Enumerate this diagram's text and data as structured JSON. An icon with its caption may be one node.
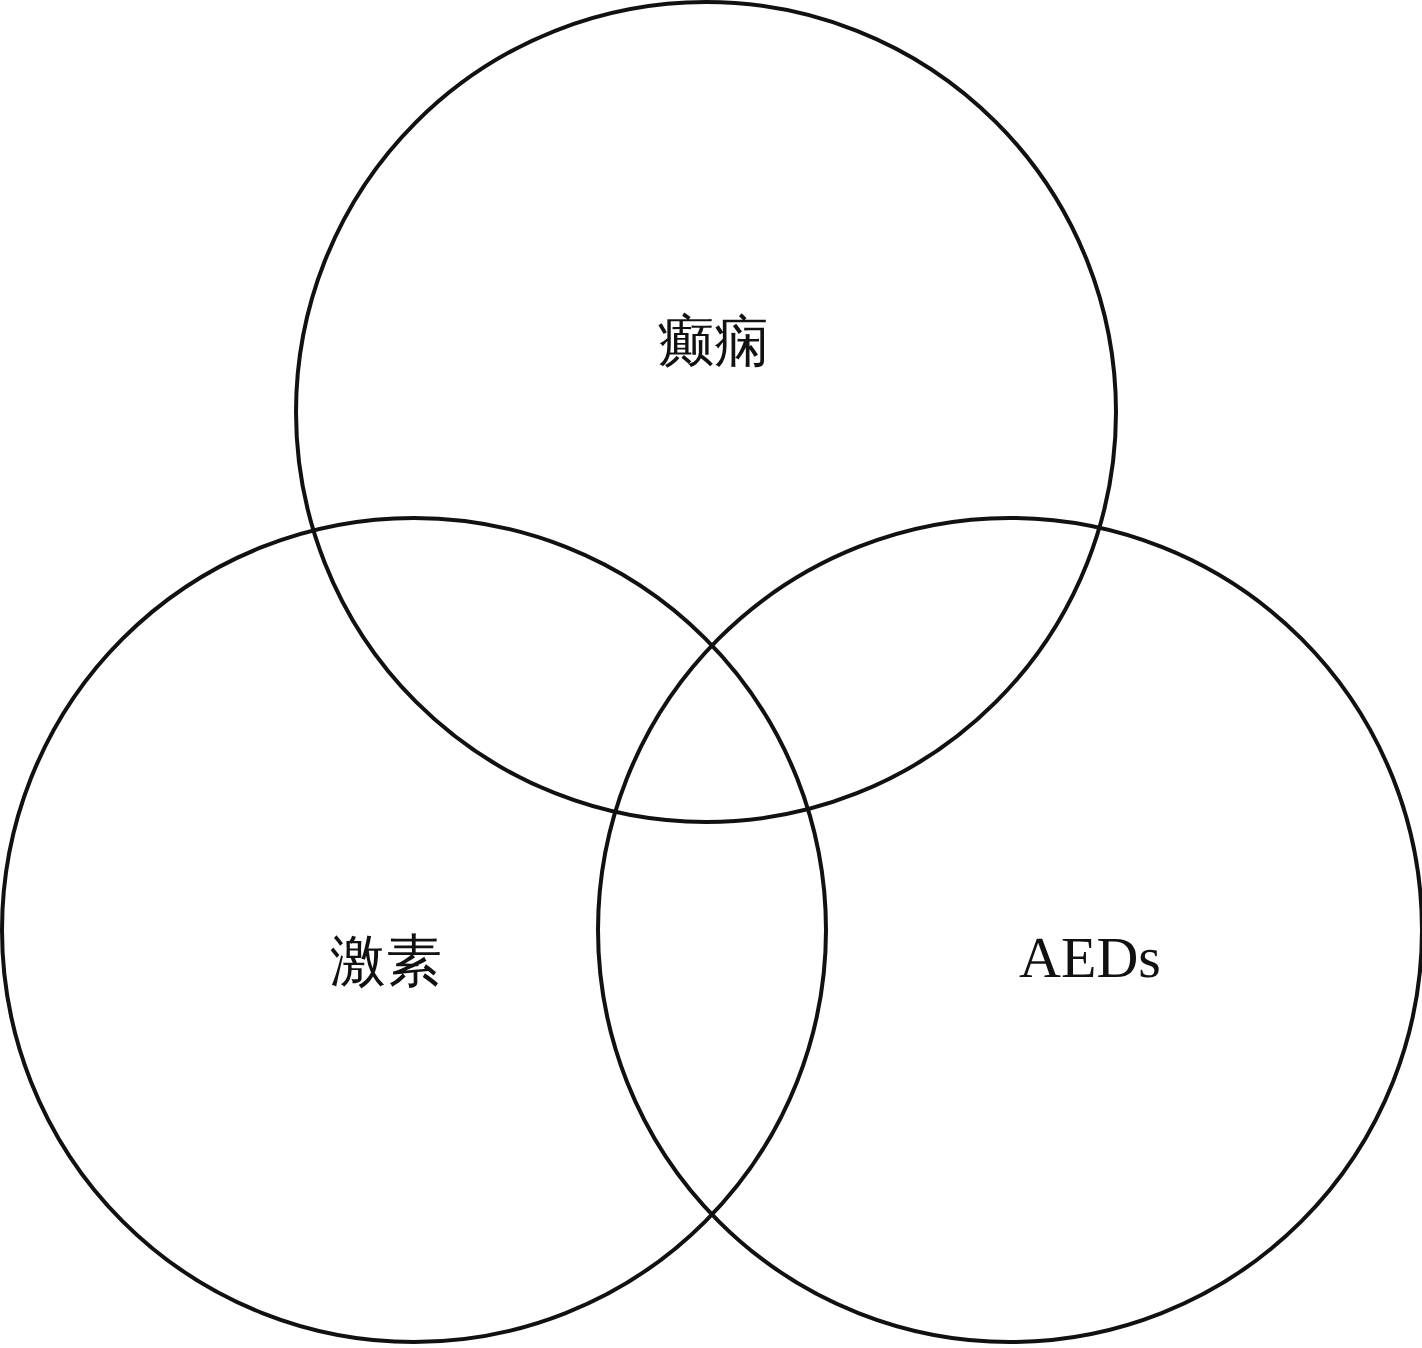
{
  "diagram": {
    "nodes": [
      {
        "text": [
          "癫痫"
        ]
      },
      {
        "text": [
          "激素"
        ]
      },
      {
        "text": [
          "AEDs"
        ]
      }
    ]
  }
}
